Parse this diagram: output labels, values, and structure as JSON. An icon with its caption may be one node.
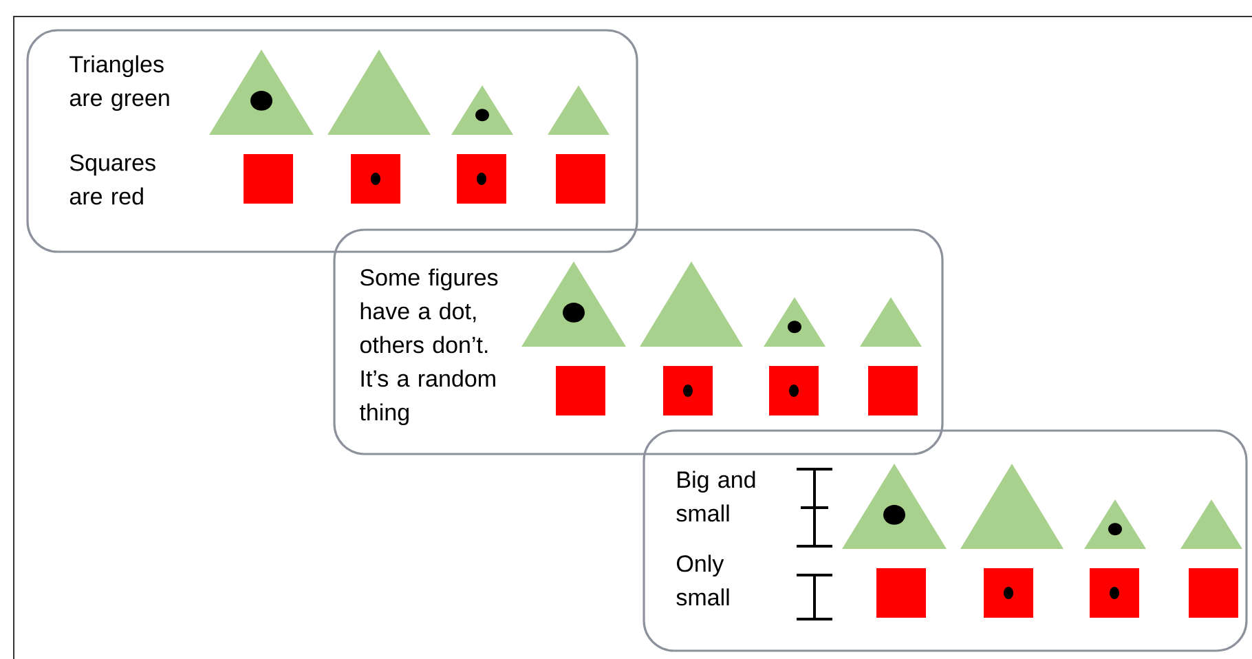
{
  "diagram": {
    "nodes": [
      {
        "text": [
          "Triangles are green",
          "Squares are red"
        ]
      },
      {
        "text": [
          "Some figures have a dot, others don’t. It’s a random thing"
        ]
      },
      {
        "text": [
          "Big and small",
          "Only small"
        ]
      }
    ]
  }
}
